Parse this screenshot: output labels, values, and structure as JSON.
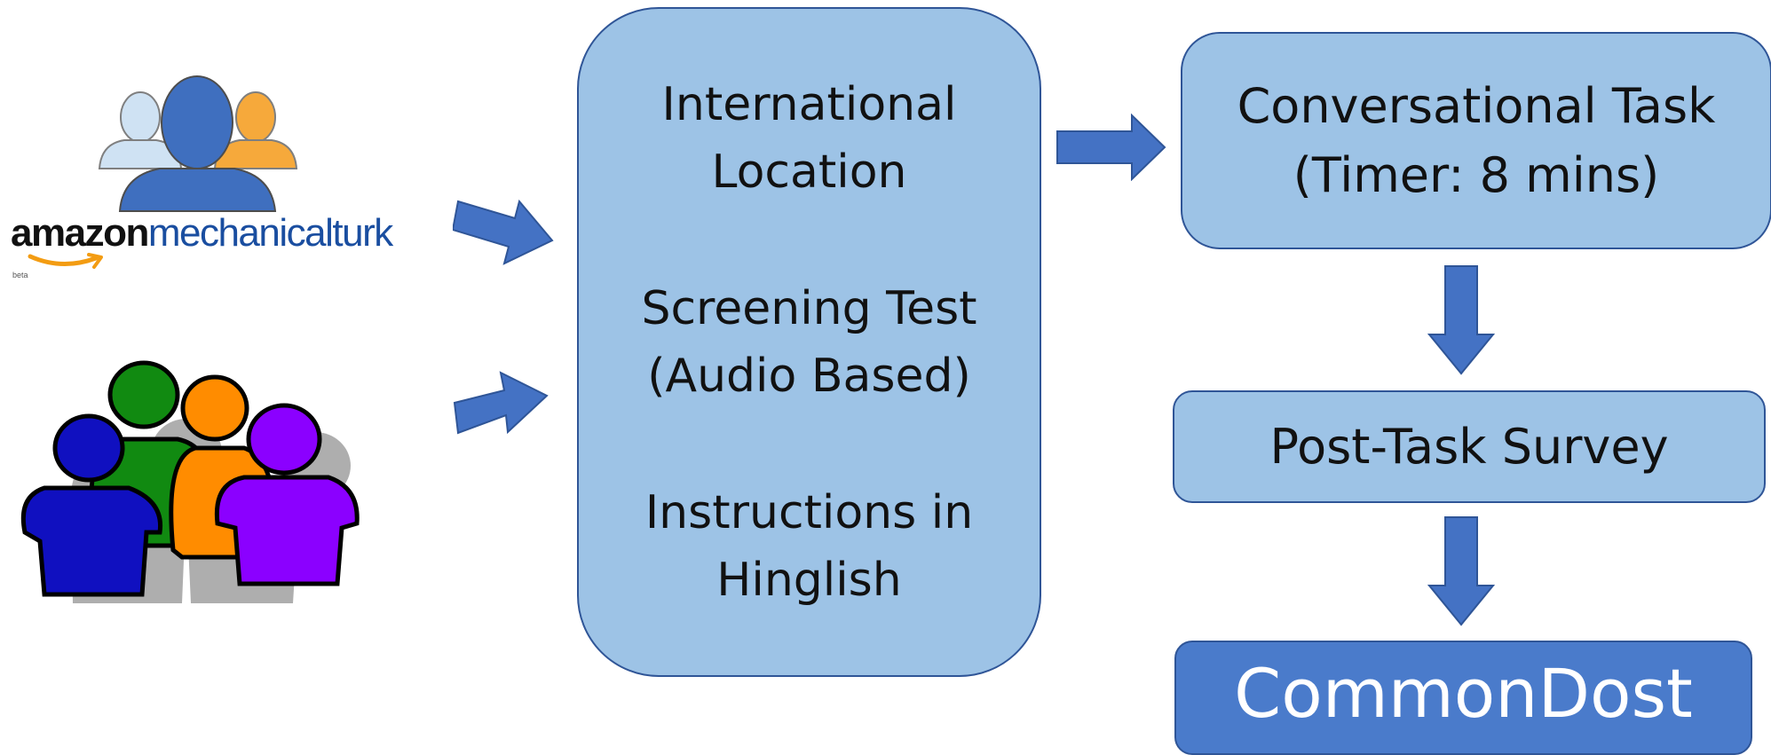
{
  "logo": {
    "amazon_text": "amazon",
    "brand_text": "mechanicalturk",
    "beta_text": "beta"
  },
  "main_box": {
    "lines": [
      "International",
      "Location",
      "Screening Test",
      "(Audio Based)",
      "Instructions in",
      "Hinglish"
    ]
  },
  "conversational_task": {
    "line1": "Conversational Task",
    "line2": "(Timer: 8 mins)"
  },
  "survey": {
    "label": "Post-Task Survey"
  },
  "result": {
    "label": "CommonDost"
  },
  "colors": {
    "box_fill": "#9dc3e6",
    "box_border": "#2f5597",
    "arrow_fill": "#4472c4",
    "result_fill": "#4a7bcb"
  }
}
